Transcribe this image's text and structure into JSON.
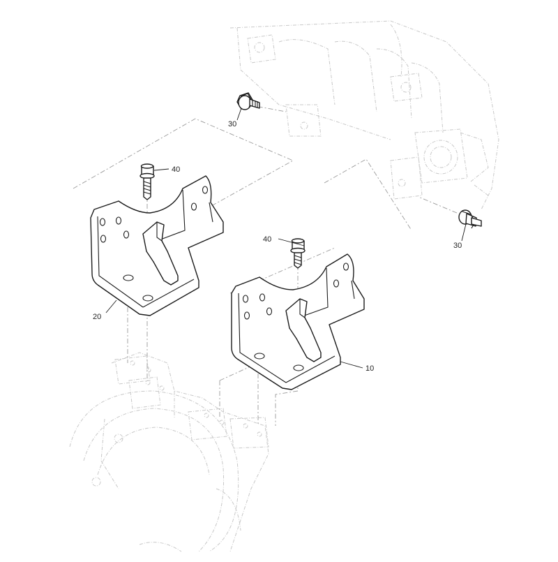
{
  "callouts": {
    "bracket_right": "10",
    "bracket_left": "20",
    "bolt_small_top": "30",
    "bolt_small_right": "30",
    "bolt_long_left": "40",
    "bolt_long_right": "40"
  },
  "colors": {
    "line": "#1a1a1a",
    "ghost": "#c8c8c8",
    "chain": "#9a9a9a",
    "background": "#ffffff"
  }
}
